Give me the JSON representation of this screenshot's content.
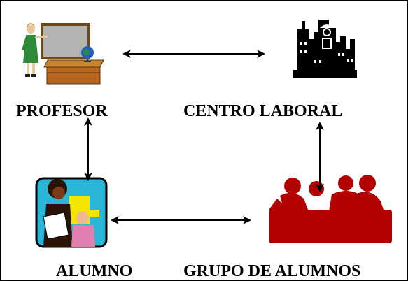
{
  "nodes": {
    "profesor": "PROFESOR",
    "centro_laboral": "CENTRO LABORAL",
    "alumno": "ALUMNO",
    "grupo_de_alumnos": "GRUPO DE ALUMNOS"
  },
  "connections": [
    {
      "from": "profesor",
      "to": "centro_laboral",
      "direction": "both"
    },
    {
      "from": "profesor",
      "to": "alumno",
      "direction": "both"
    },
    {
      "from": "alumno",
      "to": "grupo_de_alumnos",
      "direction": "both"
    },
    {
      "from": "centro_laboral",
      "to": "grupo_de_alumnos",
      "direction": "both"
    }
  ],
  "colors": {
    "teacher_dress": "#2e8b3a",
    "board": "#b3b3b3",
    "desk": "#b5651d",
    "globe": "#1f5fbf",
    "student_bg": "#2bb5d8",
    "student_frame": "#000000",
    "student_skin": "#7a3b1a",
    "student_yellow": "#f2e600",
    "student_pink": "#e07fb0",
    "group_red": "#b30000",
    "city_black": "#000000"
  }
}
